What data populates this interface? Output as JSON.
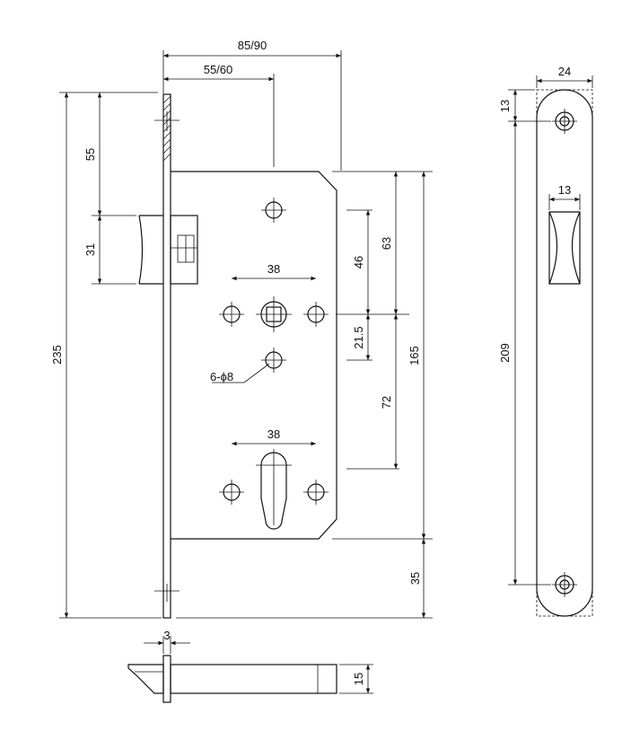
{
  "dimensions": {
    "backset_width": "85/90",
    "backset": "55/60",
    "total_height": "235",
    "latch_offset": "55",
    "latch_height": "31",
    "spindle_distance": "38",
    "cylinder_distance": "38",
    "upper_to_spindle": "46",
    "top_to_spindle": "63",
    "spindle_to_screw": "21.5",
    "spindle_to_cylinder": "72",
    "case_height": "165",
    "bottom_gap": "35",
    "holes": "6-ϕ8",
    "faceplate_thickness": "3",
    "latch_thickness": "15",
    "strike_width": "24",
    "strike_top": "13",
    "strike_slot": "13",
    "strike_length": "209"
  }
}
